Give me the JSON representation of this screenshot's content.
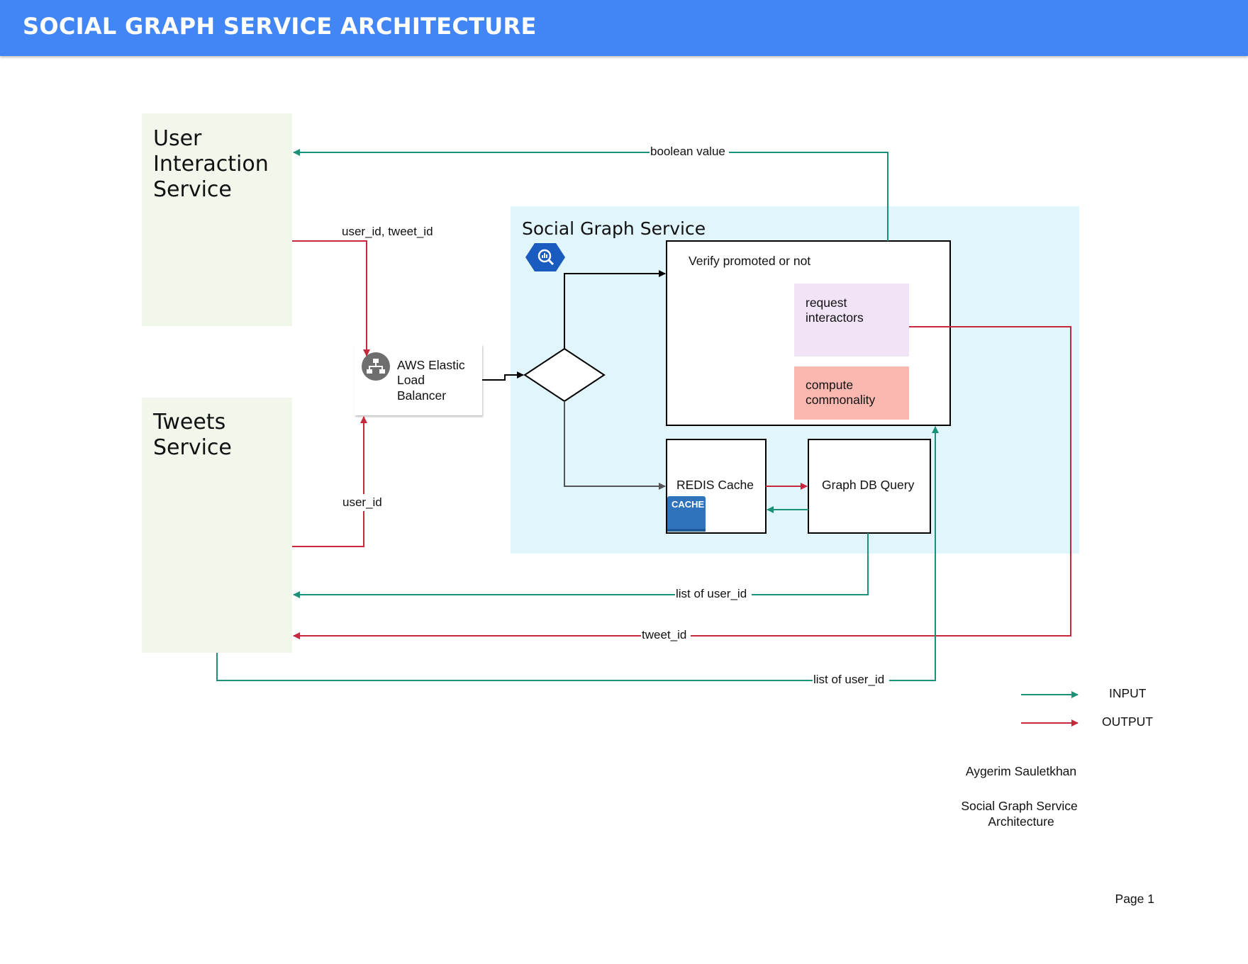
{
  "header": {
    "title": "SOCIAL GRAPH SERVICE ARCHITECTURE"
  },
  "colors": {
    "header": "#4285f4",
    "input": "#1a9278",
    "output": "#c8283c",
    "service_bg": "#f1f7ea",
    "container_bg": "#e1f5fc"
  },
  "nodes": {
    "user_interaction": [
      "User",
      "Interaction",
      "Service"
    ],
    "tweets": [
      "Tweets",
      "Service"
    ],
    "load_balancer": [
      "AWS Elastic",
      "Load",
      "Balancer"
    ],
    "social_graph": "Social Graph Service",
    "verify": "Verify promoted or not",
    "request_interactors": [
      "request",
      "interactors"
    ],
    "compute_commonality": [
      "compute",
      "commonality"
    ],
    "redis": "REDIS Cache",
    "cache_badge": "CACHE",
    "graph_db": "Graph DB Query"
  },
  "edges": {
    "boolean_value": "boolean value",
    "user_id_tweet_id": "user_id, tweet_id",
    "user_id": "user_id",
    "list_user_id_1": "list of user_id",
    "tweet_id": "tweet_id",
    "list_user_id_2": "list of user_id"
  },
  "legend": {
    "input": "INPUT",
    "output": "OUTPUT"
  },
  "footer": {
    "author": "Aygerim Sauletkhan",
    "doc_title": [
      "Social Graph Service",
      "Architecture"
    ],
    "page": "Page 1"
  },
  "icons": {
    "load_balancer": "sitemap-icon",
    "social_graph": "analytics-hexagon-icon"
  }
}
